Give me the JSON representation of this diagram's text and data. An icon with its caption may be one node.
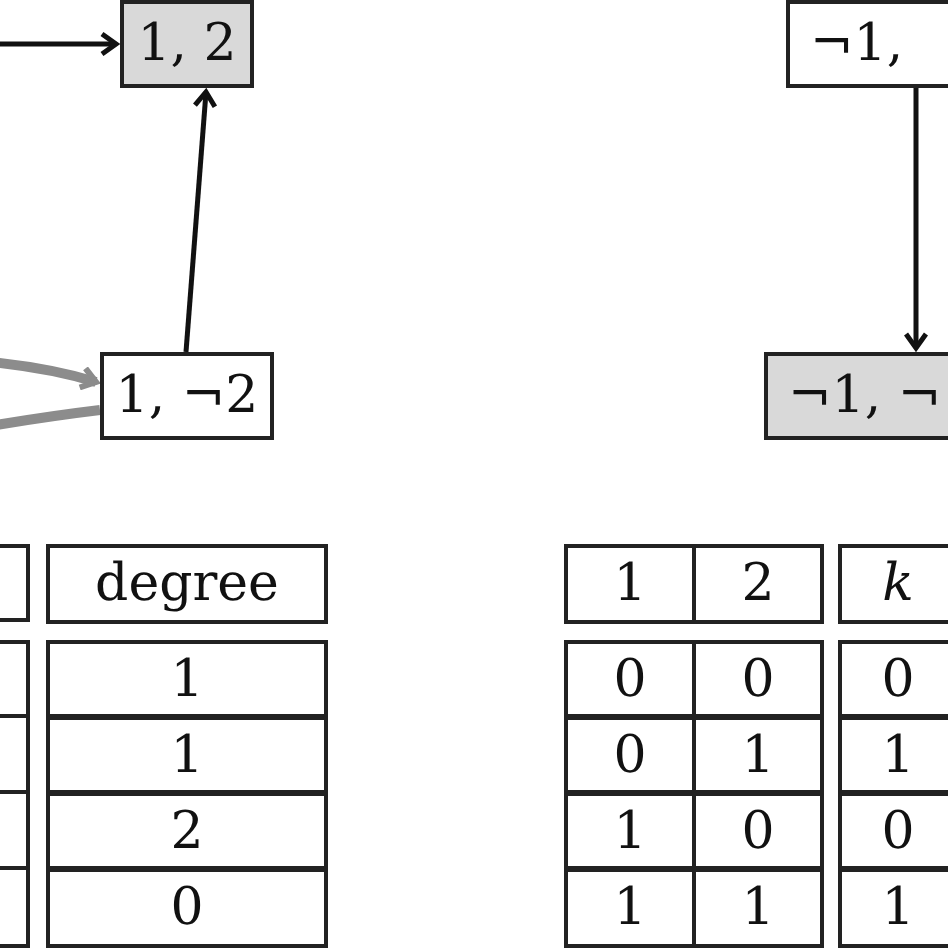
{
  "diagram": {
    "nodes": [
      {
        "text": [
          "1, 2"
        ]
      },
      {
        "text": [
          "1, ¬2"
        ]
      },
      {
        "text": [
          "¬1,"
        ]
      },
      {
        "text": [
          "¬1, ¬"
        ]
      }
    ],
    "edges": [
      {
        "from": null,
        "to": 0,
        "arrow": "to"
      },
      {
        "from": 1,
        "to": 0,
        "arrow": "to"
      },
      {
        "from": 2,
        "to": 3,
        "arrow": "to"
      },
      {
        "from": null,
        "to": 1,
        "arrow": "to",
        "style": "thick",
        "color": "#8c8c8c"
      },
      {
        "from": 1,
        "to": null,
        "arrow": "none",
        "style": "thick",
        "color": "#8c8c8c"
      }
    ],
    "labels": [
      "degree",
      "1",
      "1",
      "2",
      "0",
      "1",
      "2",
      "k",
      "0",
      "0",
      "0",
      "0",
      "1",
      "1",
      "1",
      "0",
      "0",
      "1",
      "1",
      "1"
    ]
  }
}
